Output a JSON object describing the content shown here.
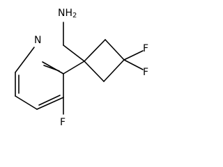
{
  "molecule": {
    "atoms": {
      "amine": {
        "element": "N",
        "hydrogens": "2"
      },
      "pyridine_n": {
        "element": "N"
      },
      "fluorine_ring": {
        "element": "F"
      },
      "fluorine_1": {
        "element": "F"
      },
      "fluorine_2": {
        "element": "F"
      }
    }
  }
}
